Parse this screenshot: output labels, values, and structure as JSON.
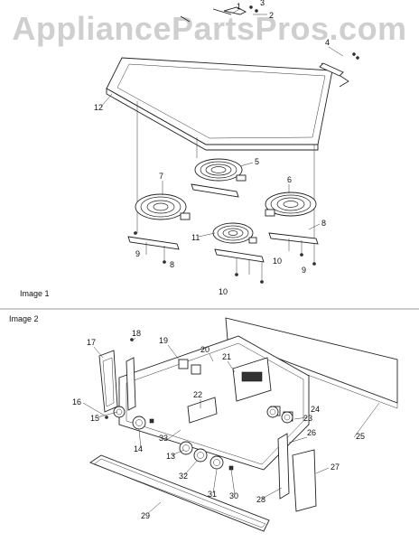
{
  "watermark": "AppliancePartsPros.com",
  "sections": [
    {
      "label": "Image 1"
    },
    {
      "label": "Image 2"
    }
  ],
  "callouts": [
    "1",
    "2",
    "3",
    "4",
    "5",
    "6",
    "7",
    "8",
    "8",
    "9",
    "9",
    "10",
    "10",
    "11",
    "12",
    "13",
    "14",
    "15",
    "16",
    "17",
    "18",
    "19",
    "20",
    "21",
    "22",
    "23",
    "24",
    "25",
    "26",
    "27",
    "28",
    "29",
    "30",
    "31",
    "32",
    "33"
  ],
  "colors": {
    "ink": "#222222",
    "watermark": "#cfcfcf",
    "background": "#ffffff"
  }
}
